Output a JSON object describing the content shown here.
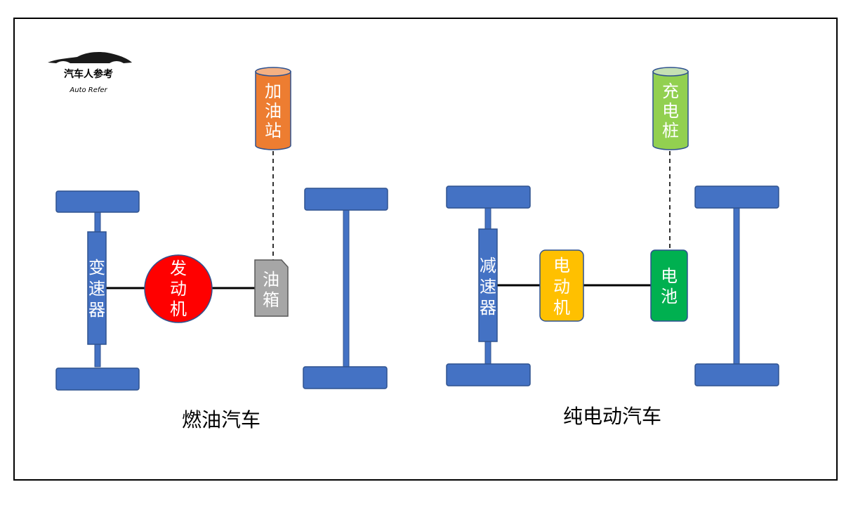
{
  "logo": {
    "title": "汽车人参考",
    "subtitle": "Auto Refer"
  },
  "fuel_car": {
    "caption": "燃油汽车",
    "transmission": [
      "变",
      "速",
      "器"
    ],
    "engine": [
      "发",
      "动",
      "机"
    ],
    "fuel_tank": [
      "油",
      "箱"
    ],
    "gas_station": [
      "加",
      "油",
      "站"
    ],
    "colors": {
      "engine": "#FF0000",
      "fuel_tank": "#A6A6A6",
      "gas_station": "#ED7D31"
    }
  },
  "ev_car": {
    "caption": "纯电动汽车",
    "reducer": [
      "减",
      "速",
      "器"
    ],
    "motor": [
      "电",
      "动",
      "机"
    ],
    "battery": [
      "电",
      "池"
    ],
    "charging_pile": [
      "充",
      "电",
      "桩"
    ],
    "colors": {
      "motor": "#FFC000",
      "battery": "#00B050",
      "charging_pile": "#92D050"
    }
  },
  "colors": {
    "chassis": "#4472C4",
    "chassis_border": "#2F528F"
  }
}
